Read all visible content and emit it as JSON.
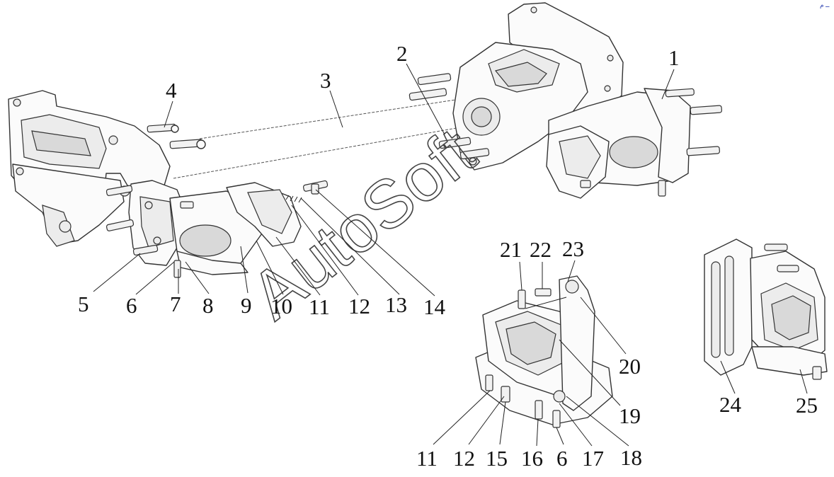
{
  "watermark": "AutoSoft",
  "corner_mark": "ــ م",
  "callouts": [
    {
      "id": "c1",
      "label": "1"
    },
    {
      "id": "c2",
      "label": "2"
    },
    {
      "id": "c3",
      "label": "3"
    },
    {
      "id": "c4",
      "label": "4"
    },
    {
      "id": "c5",
      "label": "5"
    },
    {
      "id": "c6a",
      "label": "6"
    },
    {
      "id": "c7",
      "label": "7"
    },
    {
      "id": "c8",
      "label": "8"
    },
    {
      "id": "c9",
      "label": "9"
    },
    {
      "id": "c10",
      "label": "10"
    },
    {
      "id": "c11a",
      "label": "11"
    },
    {
      "id": "c12a",
      "label": "12"
    },
    {
      "id": "c13",
      "label": "13"
    },
    {
      "id": "c14",
      "label": "14"
    },
    {
      "id": "c21",
      "label": "21"
    },
    {
      "id": "c22",
      "label": "22"
    },
    {
      "id": "c23",
      "label": "23"
    },
    {
      "id": "c20",
      "label": "20"
    },
    {
      "id": "c19",
      "label": "19"
    },
    {
      "id": "c18",
      "label": "18"
    },
    {
      "id": "c17",
      "label": "17"
    },
    {
      "id": "c6b",
      "label": "6"
    },
    {
      "id": "c16",
      "label": "16"
    },
    {
      "id": "c15",
      "label": "15"
    },
    {
      "id": "c12b",
      "label": "12"
    },
    {
      "id": "c11b",
      "label": "11"
    },
    {
      "id": "c24",
      "label": "24"
    },
    {
      "id": "c25",
      "label": "25"
    }
  ]
}
